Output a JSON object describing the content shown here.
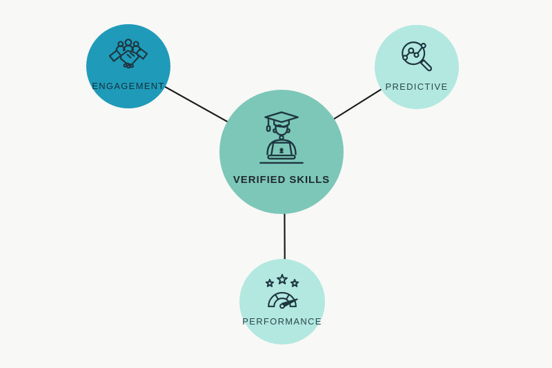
{
  "canvas": {
    "background": "#f8f8f6",
    "connector_color": "#1a1a1a",
    "icon_stroke": "#1d3640"
  },
  "nodes": {
    "center": {
      "label": "VERIFIED SKILLS",
      "icon": "graduate-student-at-laptop",
      "circle_color": "#7cc7b7",
      "label_color": "#20292d"
    },
    "engagement": {
      "label": "ENGAGEMENT",
      "icon": "team-handshake",
      "circle_color": "#1f9ab8",
      "label_color": "#14303d"
    },
    "predictive": {
      "label": "PREDICTIVE",
      "icon": "magnifier-trend-chart",
      "circle_color": "#b2e8df",
      "label_color": "#2b454d"
    },
    "performance": {
      "label": "PERFORMANCE",
      "icon": "gauge-with-stars",
      "circle_color": "#b2e8df",
      "label_color": "#2b454d"
    }
  }
}
